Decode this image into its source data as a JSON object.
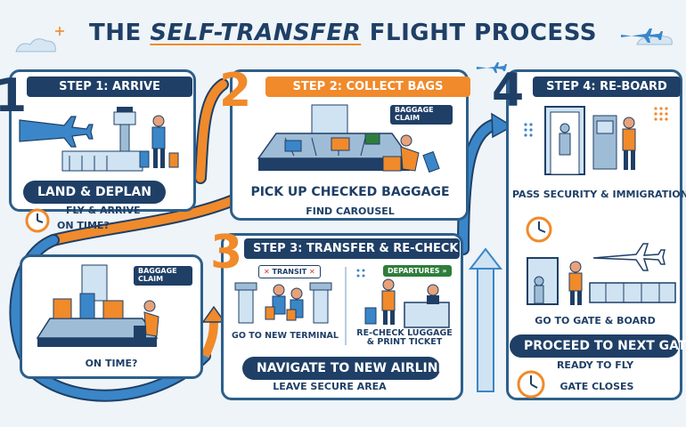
{
  "title": {
    "part1": "THE ",
    "part2": "SELF-TRANSFER",
    "part3": " FLIGHT PROCESS"
  },
  "step1": {
    "number": "1",
    "header": "STEP 1: ARRIVE",
    "pill": "LAND & DEPLAN",
    "sub": "FLY & ARRIVE",
    "clock_label": "ON TIME?"
  },
  "step2": {
    "number": "2",
    "header": "STEP 2: COLLECT BAGS",
    "sign": "BAGGAGE CLAIM",
    "caption": "PICK UP CHECKED BAGGAGE",
    "sub": "FIND CAROUSEL"
  },
  "step3": {
    "number": "3",
    "header": "STEP 3: TRANSFER & RE-CHECK",
    "transit_sign": "TRANSIT",
    "departures_sign": "DEPARTURES",
    "left_caption": "GO TO NEW TERMINAL",
    "right_caption": "RE-CHECK LUGGAGE & PRINT TICKET",
    "pill": "NAVIGATE TO NEW AIRLINE",
    "sub": "LEAVE SECURE AREA"
  },
  "step4": {
    "number": "4",
    "header": "STEP 4: RE-BOARD",
    "caption1": "PASS SECURITY & IMMIGRATION",
    "caption2": "GO TO GATE & BOARD",
    "pill": "PROCEED TO NEXT GATE",
    "sub1": "READY TO FLY",
    "sub2": "GATE CLOSES"
  },
  "loop": {
    "sign": "BAGGAGE CLAIM",
    "label": "ON TIME?"
  },
  "colors": {
    "navy": "#1f3f66",
    "orange": "#f08a2b",
    "blue": "#3a86c8",
    "light_blue": "#cfe3f3"
  }
}
